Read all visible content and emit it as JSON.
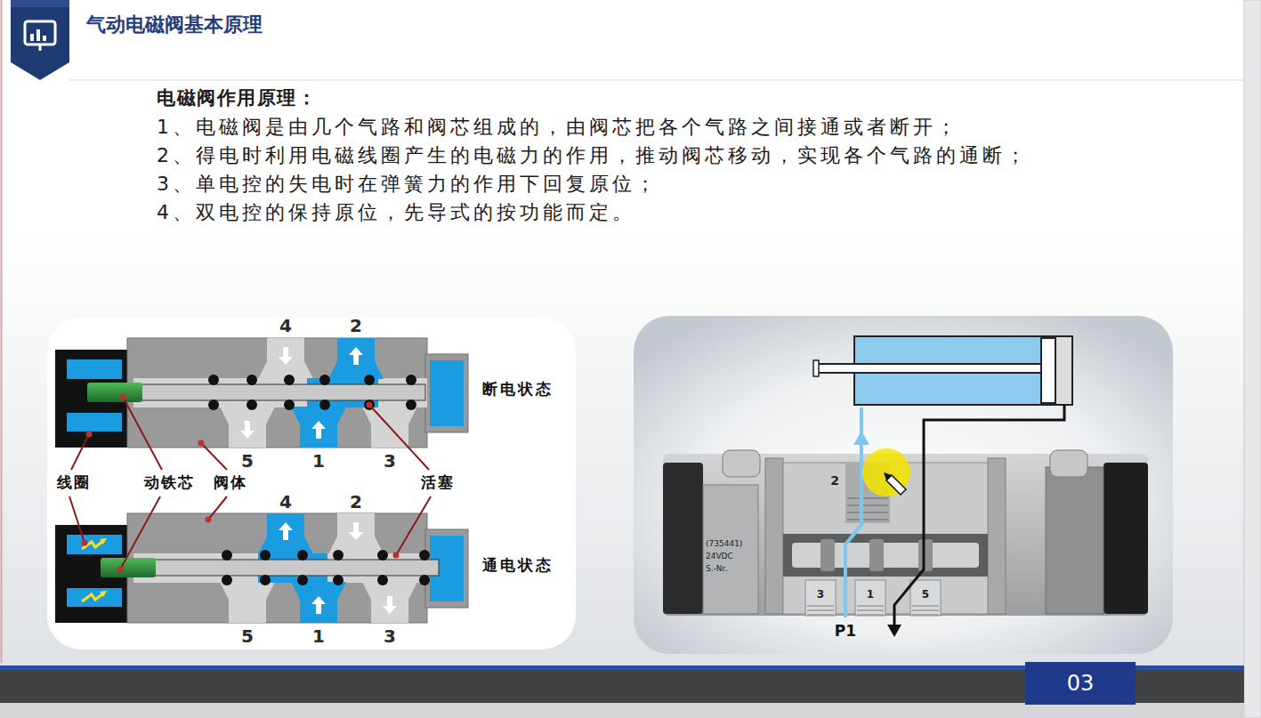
{
  "diagram": {
    "title": "气动电磁阀基本原理",
    "nodes": [
      {
        "text": [
          "03"
        ]
      }
    ],
    "labels": [
      "电磁阀作用原理：",
      "1、电磁阀是由几个气路和阀芯组成的，由阀芯把各个气路之间接通或者断开；",
      "2、得电时利用电磁线圈产生的电磁力的作用，推动阀芯移动，实现各个气路的通断；",
      "3、单电控的失电时在弹簧力的作用下回复原位；",
      "4、双电控的保持原位，先导式的按功能而定。",
      "4",
      "2",
      "断电状态",
      "5",
      "1",
      "3",
      "线圈",
      "动铁芯",
      "阀体",
      "活塞",
      "4",
      "2",
      "通电状态",
      "5",
      "1",
      "3",
      "2",
      "(735441)",
      "24VDC",
      "S.-Nr.",
      "3",
      "1",
      "5",
      "P1"
    ]
  }
}
